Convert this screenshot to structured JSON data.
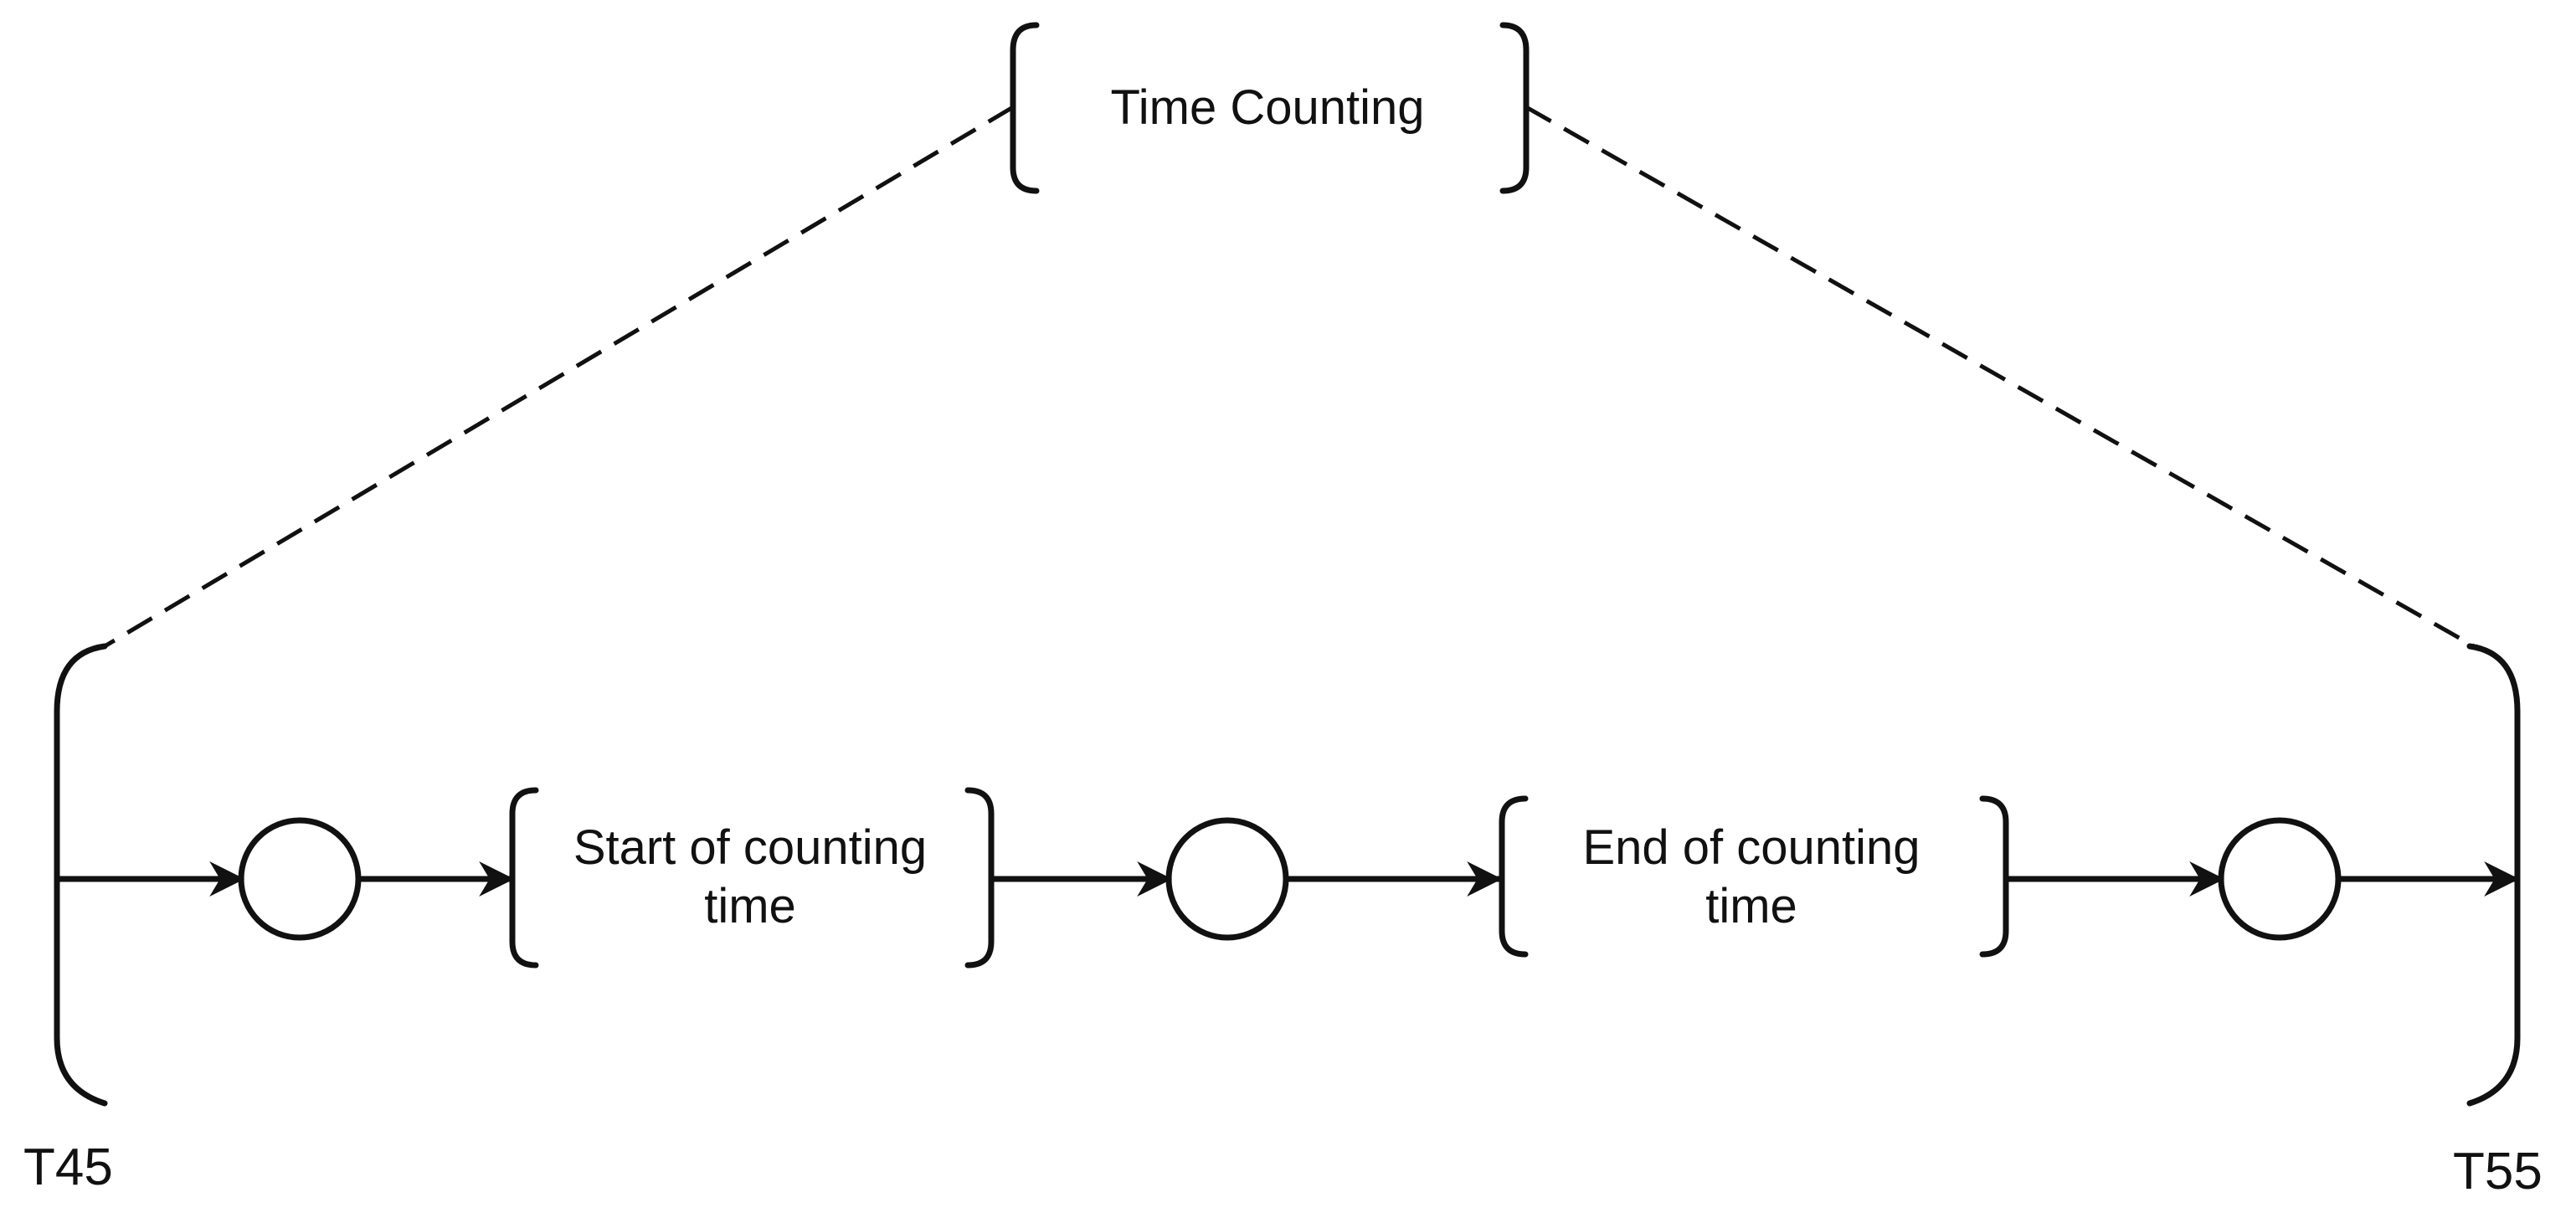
{
  "diagram": {
    "top_task": "Time Counting",
    "task_start": [
      "Start of counting",
      "time"
    ],
    "task_end": [
      "End of counting",
      "time"
    ],
    "time_left": "T45",
    "time_right": "T55"
  }
}
